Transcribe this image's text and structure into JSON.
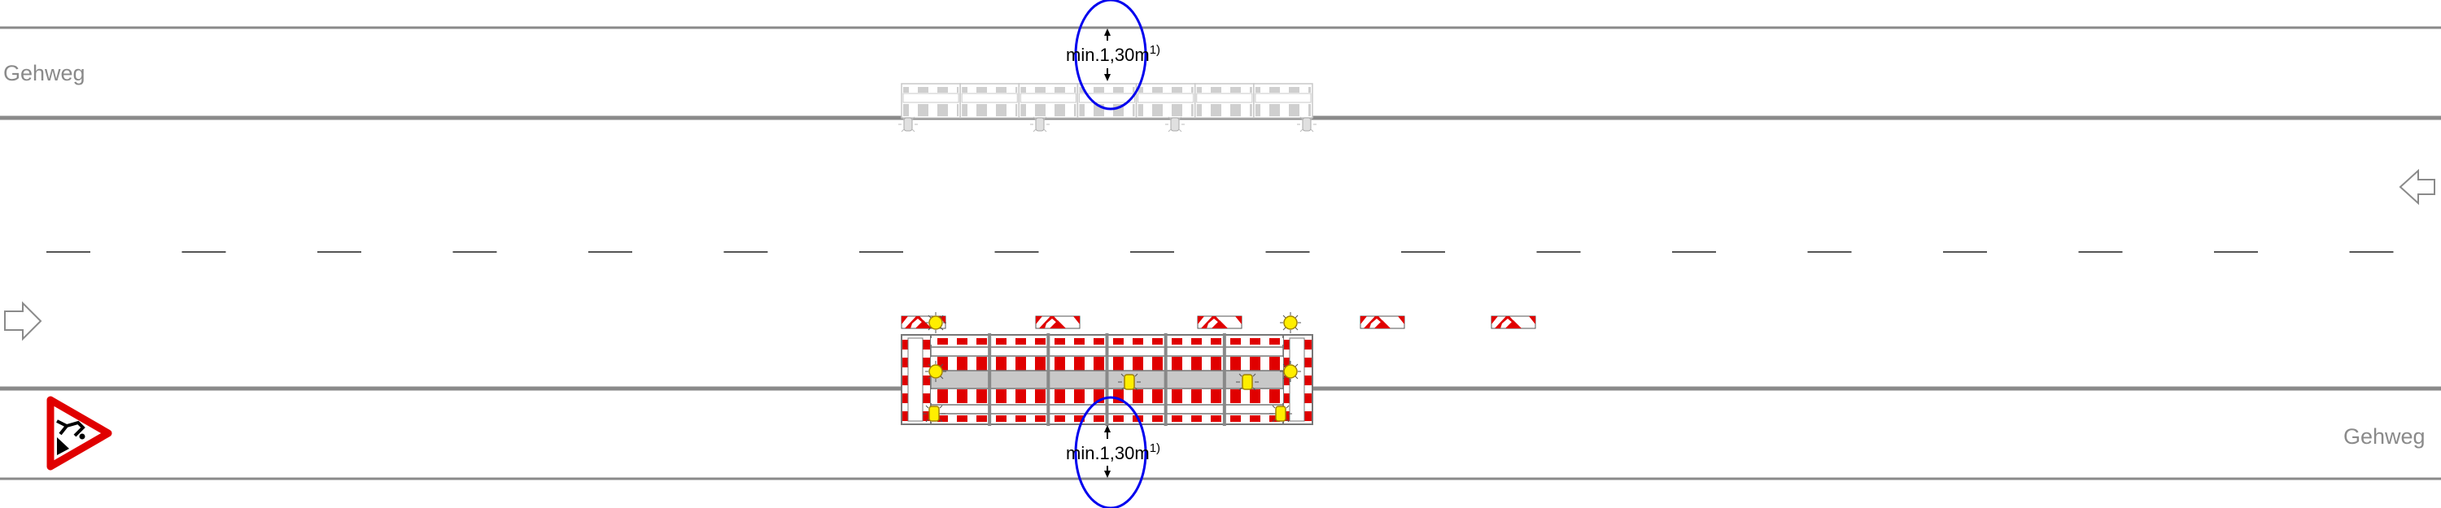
{
  "labels": {
    "sidewalk_top": "Gehweg",
    "sidewalk_bottom": "Gehweg"
  },
  "dimensions": {
    "top": {
      "text": "min.1,30m",
      "footnote": "1)"
    },
    "bottom": {
      "text": "min.1,30m",
      "footnote": "1)"
    }
  },
  "colors": {
    "curb": "#8a8a8a",
    "barrier_red": "#e00000",
    "lamp_yellow": "#ffee00",
    "highlight_circle": "#0000ee",
    "inactive_fence": "#cccccc"
  },
  "icons": [
    "arrow-left-icon",
    "arrow-right-icon",
    "roadworks-warning-sign-icon",
    "warning-lamp-icon",
    "chevron-board-icon"
  ]
}
